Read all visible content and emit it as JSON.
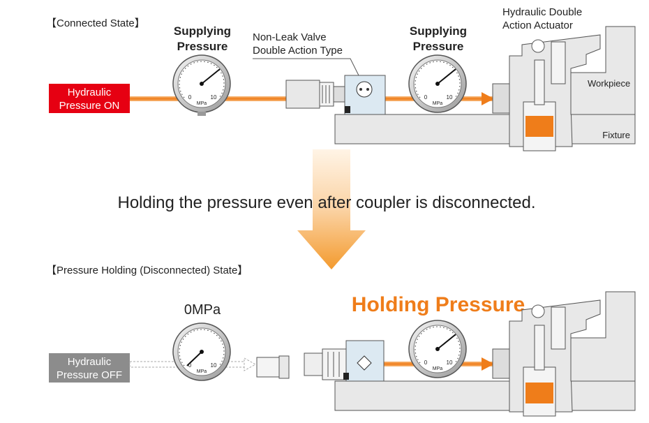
{
  "top": {
    "section_label": "【Connected State】",
    "left_gauge_label_1": "Supplying",
    "left_gauge_label_2": "Pressure",
    "valve_label_1": "Non-Leak Valve",
    "valve_label_2": "Double Action Type",
    "right_gauge_label_1": "Supplying",
    "right_gauge_label_2": "Pressure",
    "actuator_label_1": "Hydraulic Double",
    "actuator_label_2": "Action Actuator",
    "workpiece_label": "Workpiece",
    "fixture_label": "Fixture",
    "status_line_1": "Hydraulic",
    "status_line_2": "Pressure ON"
  },
  "middle": {
    "caption": "Holding the pressure even after coupler is disconnected."
  },
  "bottom": {
    "section_label": "【Pressure Holding (Disconnected) State】",
    "zero_label": "0MPa",
    "holding_label": "Holding Pressure",
    "status_line_1": "Hydraulic",
    "status_line_2": "Pressure OFF"
  },
  "gauge": {
    "min_label": "0",
    "max_label": "10",
    "unit": "MPa"
  },
  "colors": {
    "pressure_on": "#e60012",
    "pressure_off": "#8c8c8c",
    "oil_line": "#f08a2e",
    "highlight": "#ef7d1a",
    "machine": "#e8e8e8",
    "outline": "#555555"
  }
}
